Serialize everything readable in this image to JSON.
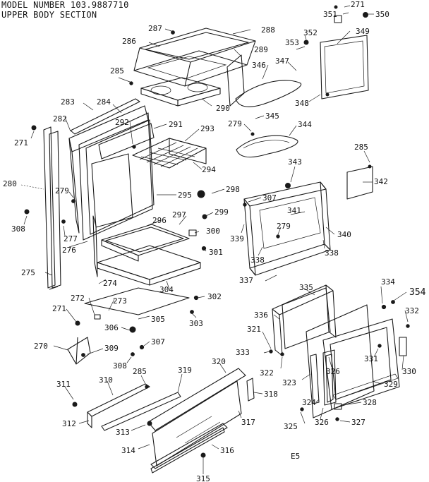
{
  "header": {
    "line1": "MODEL NUMBER 103.9887710",
    "line2": "UPPER BODY SECTION"
  },
  "page_code": "E5",
  "part_labels": [
    "271",
    "351",
    "350",
    "287",
    "288",
    "352",
    "349",
    "286",
    "353",
    "285",
    "347",
    "289",
    "346",
    "283",
    "284",
    "290",
    "348",
    "282",
    "292",
    "291",
    "293",
    "279",
    "345",
    "344",
    "271",
    "285",
    "280",
    "343",
    "294",
    "298",
    "342",
    "279",
    "295",
    "307",
    "308",
    "277",
    "297",
    "299",
    "341",
    "276",
    "296",
    "300",
    "339",
    "279",
    "340",
    "301",
    "338",
    "338",
    "275",
    "274",
    "304",
    "337",
    "335",
    "334",
    "354",
    "272",
    "273",
    "302",
    "271",
    "305",
    "336",
    "332",
    "321",
    "306",
    "307",
    "303",
    "333",
    "331",
    "270",
    "309",
    "322",
    "330",
    "308",
    "326",
    "285",
    "319",
    "320",
    "323",
    "329",
    "311",
    "310",
    "318",
    "324",
    "328",
    "312",
    "317",
    "325",
    "326",
    "327",
    "313",
    "314",
    "316",
    "315"
  ]
}
